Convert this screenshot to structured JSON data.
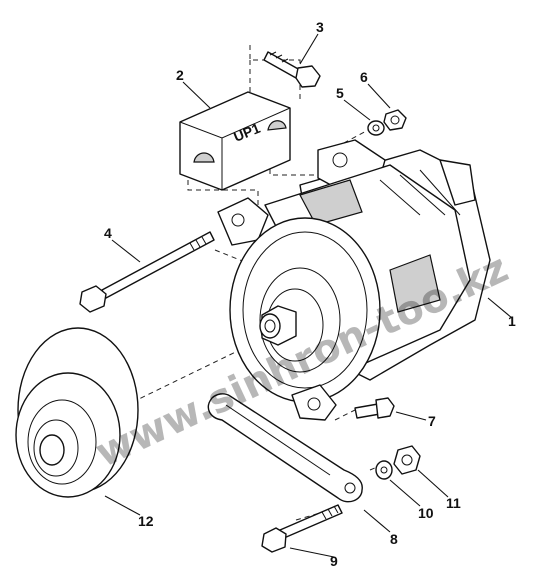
{
  "watermark": "www.sinhron-too.kz",
  "bracket_marking": "UP1",
  "callouts": [
    "1",
    "2",
    "3",
    "4",
    "5",
    "6",
    "7",
    "8",
    "9",
    "10",
    "11",
    "12"
  ],
  "parts": [
    {
      "number": "1",
      "name": "alternator"
    },
    {
      "number": "2",
      "name": "mounting-bracket"
    },
    {
      "number": "3",
      "name": "bolt"
    },
    {
      "number": "4",
      "name": "long-bolt"
    },
    {
      "number": "5",
      "name": "washer"
    },
    {
      "number": "6",
      "name": "nut"
    },
    {
      "number": "7",
      "name": "bolt"
    },
    {
      "number": "8",
      "name": "adjusting-strap"
    },
    {
      "number": "9",
      "name": "bolt"
    },
    {
      "number": "10",
      "name": "washer"
    },
    {
      "number": "11",
      "name": "nut"
    },
    {
      "number": "12",
      "name": "pulley"
    }
  ]
}
